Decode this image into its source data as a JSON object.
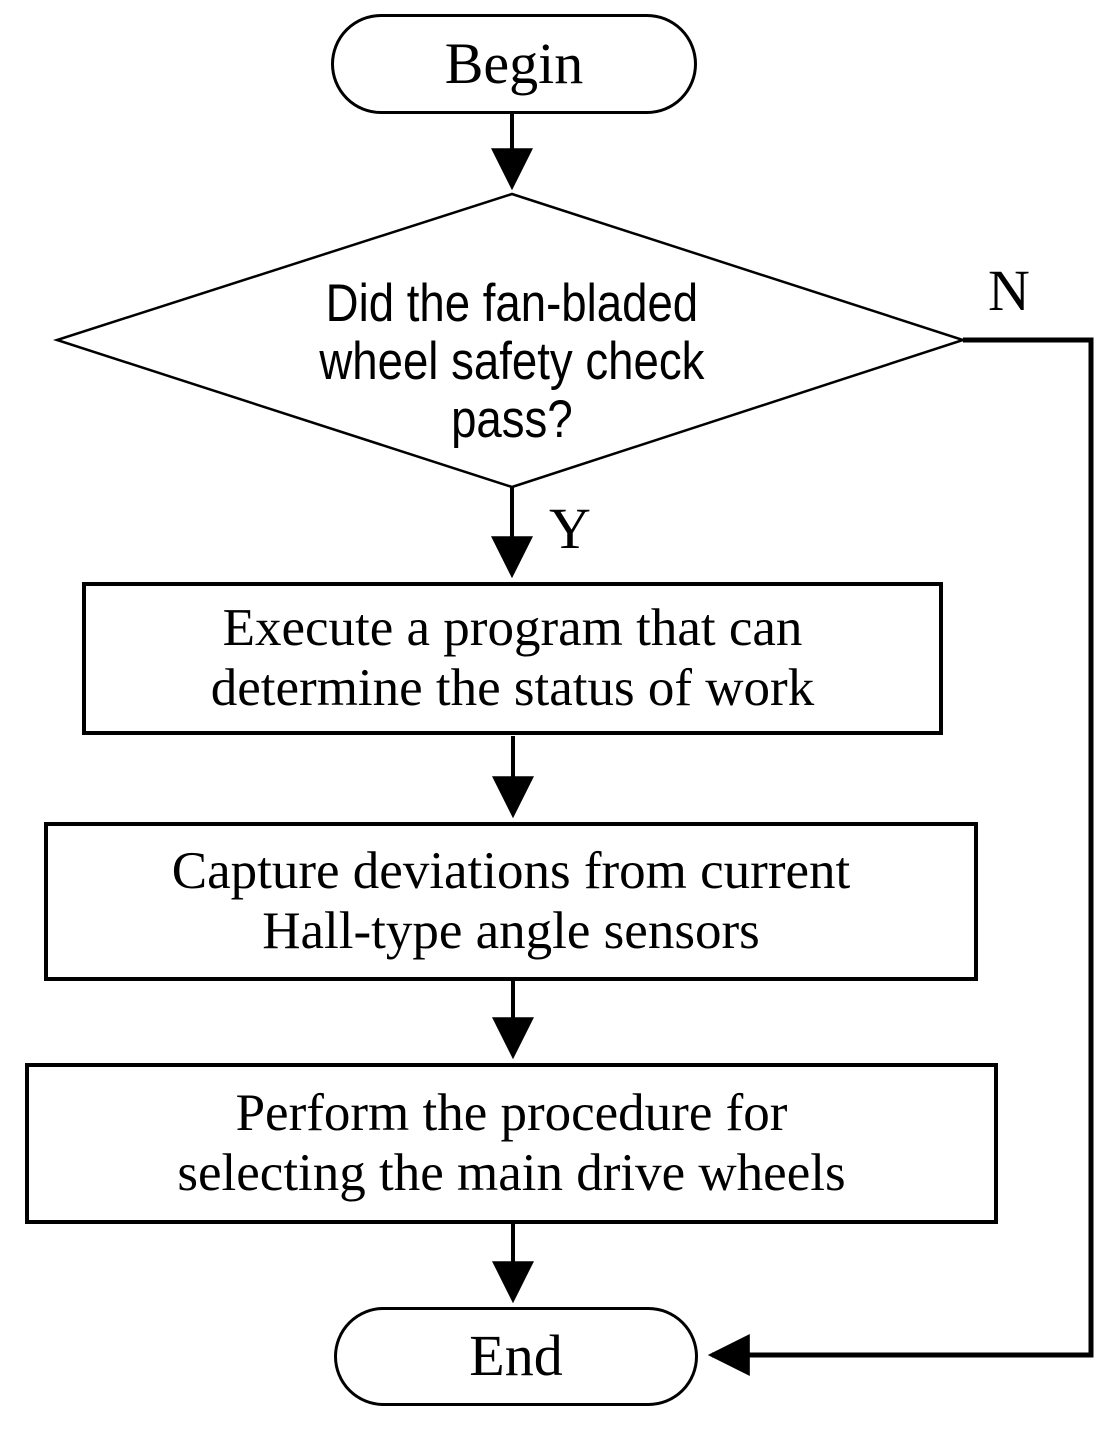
{
  "flowchart": {
    "title": "fan-bladed wheel safety check flowchart",
    "colors": {
      "stroke": "#000000",
      "node_fill": "#ffffff",
      "text": "#000000",
      "background": "#ffffff"
    },
    "nodes": {
      "begin": {
        "type": "terminator",
        "label": "Begin"
      },
      "decision": {
        "type": "decision",
        "label": "Did the fan-bladed\nwheel safety check\npass?"
      },
      "step1": {
        "type": "process",
        "label": "Execute a program that can\ndetermine the status of work"
      },
      "step2": {
        "type": "process",
        "label": "Capture deviations from current\nHall-type angle sensors"
      },
      "step3": {
        "type": "process",
        "label": "Perform the procedure for\nselecting the main drive wheels"
      },
      "end": {
        "type": "terminator",
        "label": "End"
      }
    },
    "edges": {
      "yes_label": "Y",
      "no_label": "N",
      "list": [
        {
          "from": "begin",
          "to": "decision",
          "label": ""
        },
        {
          "from": "decision",
          "to": "step1",
          "label": "Y"
        },
        {
          "from": "decision",
          "to": "end",
          "label": "N"
        },
        {
          "from": "step1",
          "to": "step2",
          "label": ""
        },
        {
          "from": "step2",
          "to": "step3",
          "label": ""
        },
        {
          "from": "step3",
          "to": "end",
          "label": ""
        }
      ]
    }
  }
}
